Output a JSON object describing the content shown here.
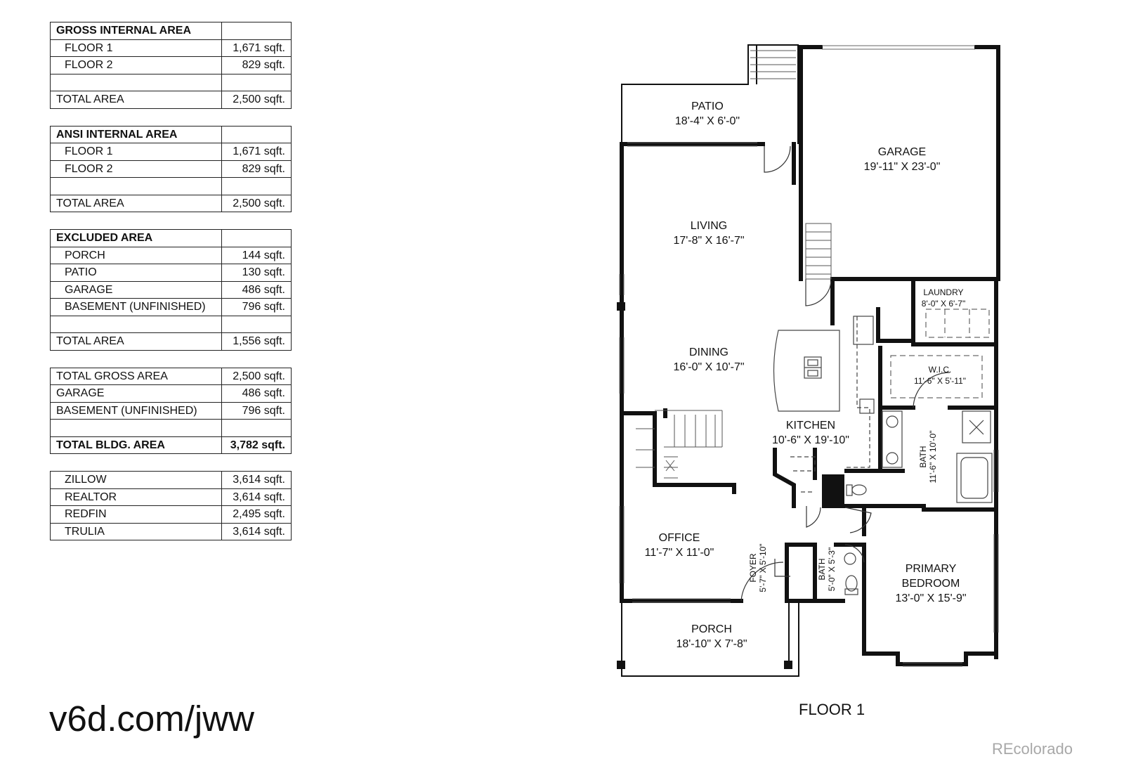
{
  "tables": [
    {
      "title": "GROSS INTERNAL AREA",
      "rows": [
        {
          "label": "FLOOR 1",
          "value": "1,671 sqft."
        },
        {
          "label": "FLOOR 2",
          "value": "829 sqft."
        },
        {
          "label": "",
          "value": ""
        }
      ],
      "total": {
        "label": "TOTAL AREA",
        "value": "2,500 sqft."
      }
    },
    {
      "title": "ANSI INTERNAL AREA",
      "rows": [
        {
          "label": "FLOOR 1",
          "value": "1,671 sqft."
        },
        {
          "label": "FLOOR 2",
          "value": "829 sqft."
        },
        {
          "label": "",
          "value": ""
        }
      ],
      "total": {
        "label": "TOTAL AREA",
        "value": "2,500 sqft."
      }
    },
    {
      "title": "EXCLUDED AREA",
      "rows": [
        {
          "label": "PORCH",
          "value": "144 sqft."
        },
        {
          "label": "PATIO",
          "value": "130 sqft."
        },
        {
          "label": "GARAGE",
          "value": "486 sqft."
        },
        {
          "label": "BASEMENT (UNFINISHED)",
          "value": "796 sqft."
        },
        {
          "label": "",
          "value": ""
        }
      ],
      "total": {
        "label": "TOTAL AREA",
        "value": "1,556 sqft."
      }
    }
  ],
  "summary": {
    "rows": [
      {
        "label": "TOTAL GROSS AREA",
        "value": "2,500 sqft."
      },
      {
        "label": "GARAGE",
        "value": "486 sqft."
      },
      {
        "label": "BASEMENT (UNFINISHED)",
        "value": "796 sqft."
      },
      {
        "label": "",
        "value": ""
      }
    ],
    "total": {
      "label": "TOTAL BLDG. AREA",
      "value": "3,782 sqft."
    }
  },
  "listings": [
    {
      "label": "ZILLOW",
      "value": "3,614 sqft."
    },
    {
      "label": "REALTOR",
      "value": "3,614 sqft."
    },
    {
      "label": "REDFIN",
      "value": "2,495 sqft."
    },
    {
      "label": "TRULIA",
      "value": "3,614 sqft."
    }
  ],
  "url": "v6d.com/jww",
  "floor_caption": "FLOOR 1",
  "watermark": "REcolorado",
  "rooms": {
    "patio": {
      "name": "PATIO",
      "dims": "18'-4\" X 6'-0\""
    },
    "garage": {
      "name": "GARAGE",
      "dims": "19'-11\" X 23'-0\""
    },
    "living": {
      "name": "LIVING",
      "dims": "17'-8\" X 16'-7\""
    },
    "laundry": {
      "name": "LAUNDRY",
      "dims": "8'-0\" X 6'-7\""
    },
    "dining": {
      "name": "DINING",
      "dims": "16'-0\" X 10'-7\""
    },
    "wic": {
      "name": "W.I.C.",
      "dims": "11'-6\" X 5'-11\""
    },
    "kitchen": {
      "name": "KITCHEN",
      "dims": "10'-6\" X 19'-10\""
    },
    "bath_primary": {
      "name": "BATH",
      "dims": "11'-6\" X 10'-0\""
    },
    "office": {
      "name": "OFFICE",
      "dims": "11'-7\" X 11'-0\""
    },
    "foyer": {
      "name": "FOYER",
      "dims": "5'-7\" X 5'-10\""
    },
    "bath_half": {
      "name": "BATH",
      "dims": "5'-0\" X 5'-3\""
    },
    "primary_bedroom": {
      "name": "PRIMARY",
      "name2": "BEDROOM",
      "dims": "13'-0\" X 15'-9\""
    },
    "porch": {
      "name": "PORCH",
      "dims": "18'-10\" X 7'-8\""
    }
  },
  "colors": {
    "wall": "#111111",
    "watermark": "#a8a8a8",
    "fixture": "#555555"
  }
}
